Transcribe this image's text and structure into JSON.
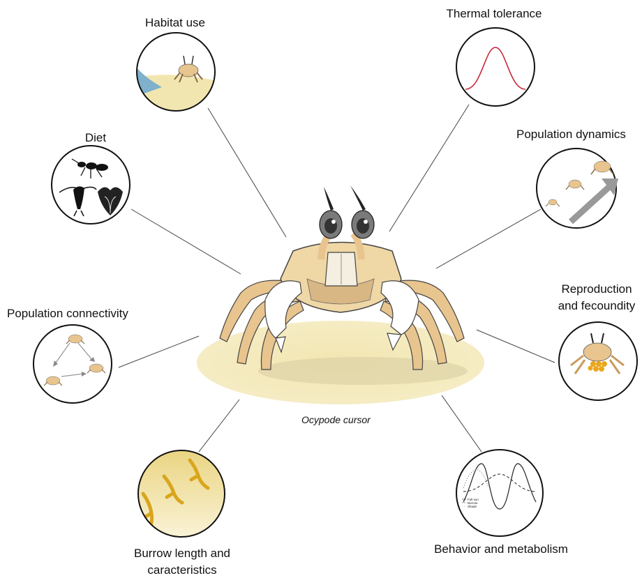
{
  "species": "Ocypode cursor",
  "topics": {
    "habitat_use": "Habitat use",
    "thermal_tolerance": "Thermal tolerance",
    "diet": "Diet",
    "population_dynamics": "Population dynamics",
    "reproduction_line1": "Reproduction",
    "reproduction_line2": "and fecoundity",
    "population_connectivity": "Population connectivity",
    "burrow_line1": "Burrow length and",
    "burrow_line2": "caracteristics",
    "behavior_metabolism": "Behavior and metabolism"
  },
  "legend": {
    "full_sun": "Full sun",
    "burrow": "Burrow",
    "shade": "Shade"
  },
  "colors": {
    "sand": "#f2e6b0",
    "sea": "#7fb0cc",
    "thermal_curve": "#c8283c",
    "burrow": "#d9a51c",
    "crab_shell": "#e8c48e",
    "arrow": "#999999"
  }
}
